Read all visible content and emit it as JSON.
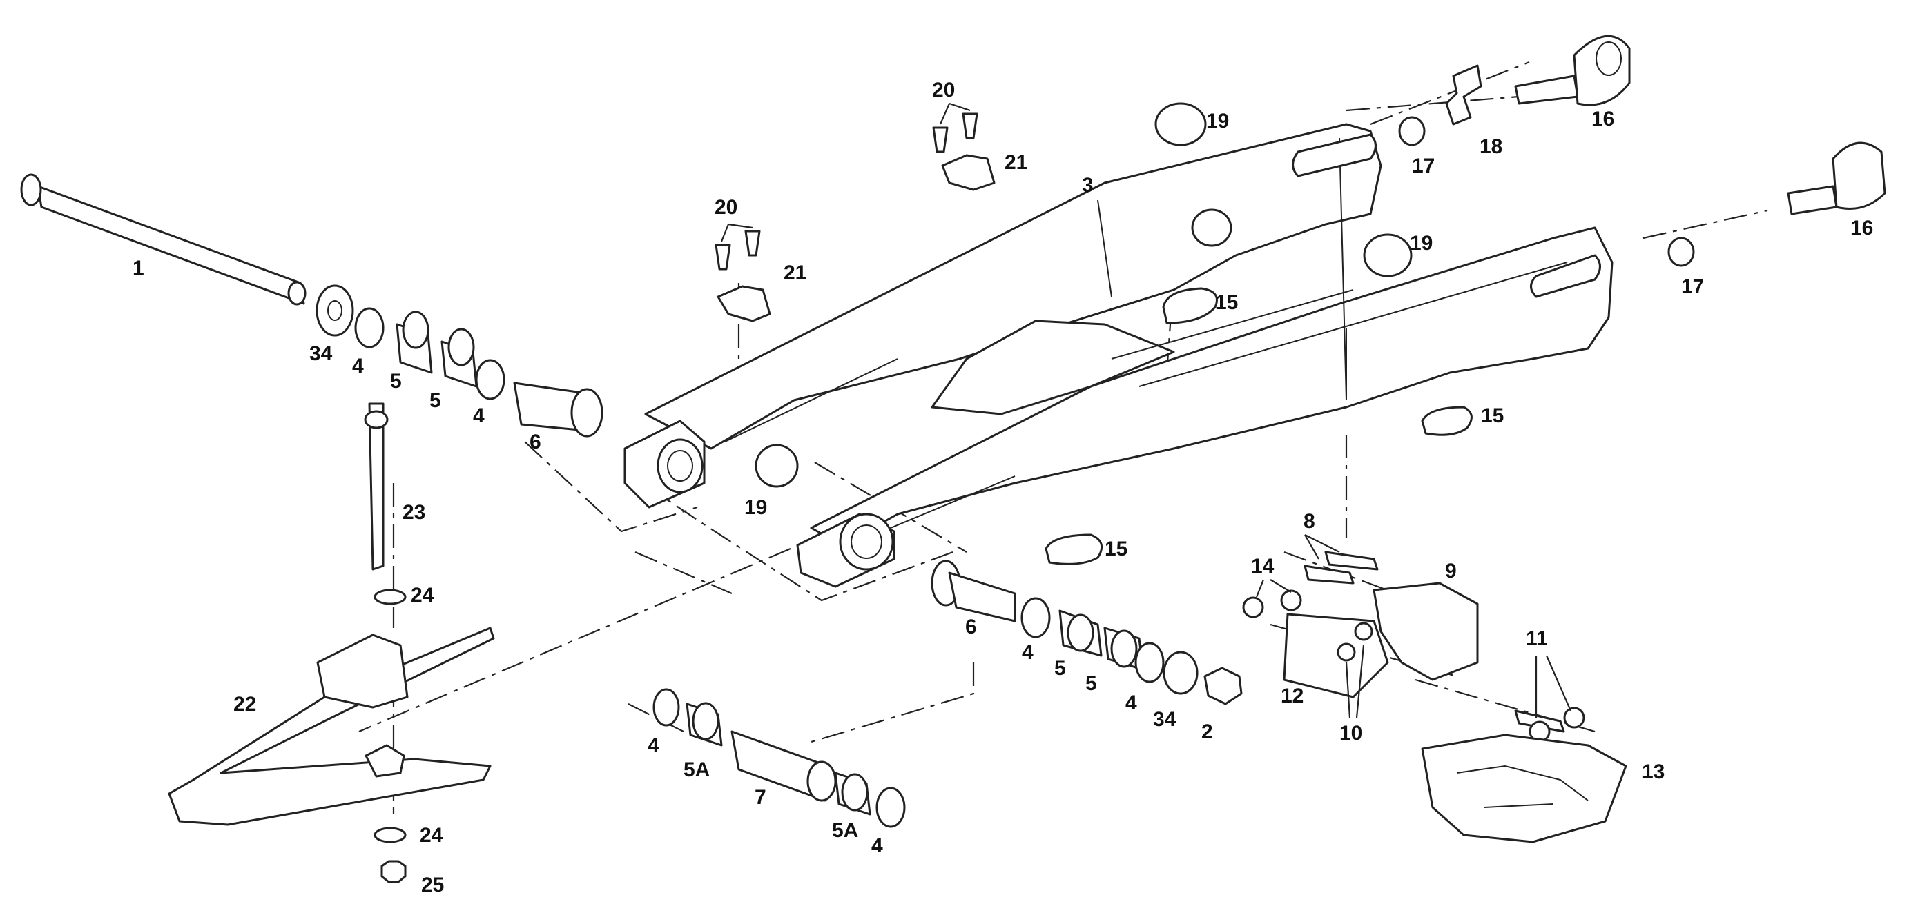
{
  "colors": {
    "line": "#222222",
    "background": "#ffffff",
    "text": "#111111"
  },
  "callouts": {
    "c1": "1",
    "c2": "2",
    "c3": "3",
    "c4a": "4",
    "c4b": "4",
    "c4c": "4",
    "c4d": "4",
    "c4e": "4",
    "c4f": "4",
    "c5a": "5",
    "c5b": "5",
    "c5c": "5",
    "c5d": "5",
    "c5Aa": "5A",
    "c5Ab": "5A",
    "c6a": "6",
    "c6b": "6",
    "c7": "7",
    "c8": "8",
    "c9": "9",
    "c10": "10",
    "c11": "11",
    "c12": "12",
    "c13": "13",
    "c14": "14",
    "c15a": "15",
    "c15b": "15",
    "c15c": "15",
    "c16a": "16",
    "c16b": "16",
    "c17a": "17",
    "c17b": "17",
    "c18": "18",
    "c19a": "19",
    "c19b": "19",
    "c19c": "19",
    "c20a": "20",
    "c20b": "20",
    "c21a": "21",
    "c21b": "21",
    "c22": "22",
    "c23": "23",
    "c24a": "24",
    "c24b": "24",
    "c25": "25",
    "c34a": "34",
    "c34b": "34"
  }
}
